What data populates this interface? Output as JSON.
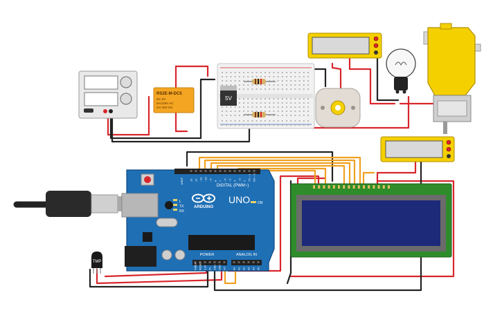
{
  "power_supply": {
    "label_top": "",
    "label_bottom": ""
  },
  "relay": {
    "model": "RS2E-M-DC5",
    "line1": "DC 5V",
    "line2": "5A/125V AC",
    "line3": "2A/ 30V DC"
  },
  "regulator": {
    "label": "5V"
  },
  "arduino": {
    "brand": "ARDUINO",
    "model": "UNO",
    "digital_header": "DIGITAL (PWM~)",
    "power_header": "POWER",
    "analog_header": "ANALOG IN",
    "on_label": "ON",
    "tx_label": "TX",
    "rx_label": "RX",
    "l_label": "L",
    "aref": "AREF",
    "gnd": "GND",
    "digital_pins": [
      "13",
      "12",
      "~11",
      "~10",
      "~9",
      "8",
      "7",
      "~6",
      "~5",
      "4",
      "~3",
      "2",
      "TX→1",
      "RX←0"
    ],
    "power_pins": [
      "IOREF",
      "RESET",
      "3.3V",
      "5V",
      "GND",
      "GND",
      "Vin"
    ],
    "analog_pins": [
      "A0",
      "A1",
      "A2",
      "A3",
      "A4",
      "A5"
    ]
  },
  "temp_sensor": {
    "label": "TMP"
  },
  "lcd": {
    "pin_count": 16
  },
  "multimeter_top": {
    "reading": ""
  },
  "multimeter_right": {
    "reading": ""
  },
  "colors": {
    "wire_red": "#d8262c",
    "wire_black": "#222222",
    "wire_orange": "#f0a020",
    "arduino_blue": "#1f6fb4",
    "lcd_screen": "#1d2a7a",
    "lcd_pcb": "#2f8c2a",
    "motor_yellow": "#f4d000"
  }
}
